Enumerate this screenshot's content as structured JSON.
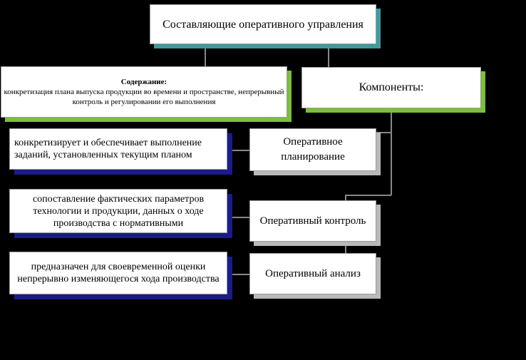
{
  "title": "Составляющие оперативного управления",
  "content": {
    "heading": "Содержание:",
    "text": "конкретизация плана выпуска продукции во времени и пространстве, непрерывный контроль и регулировании его выполнения"
  },
  "components_label": "Компоненты:",
  "stages": [
    {
      "label": "Оперативное планирование",
      "description": "конкретизирует и обеспечивает выполнение заданий, установленных текущим планом"
    },
    {
      "label": "Оперативный контроль",
      "description": "сопоставление фактических параметров технологии и продукции, данных о ходе производства с нормативными"
    },
    {
      "label": "Оперативный анализ",
      "description": "предназначен для своевременной оценки непрерывно изменяющегося хода производства"
    }
  ],
  "colors": {
    "background": "#000000",
    "title_shadow": "#3f9a9c",
    "content_shadow": "#7cbf3a",
    "description_shadow": "#1b1b8a",
    "stage_shadow": "#b9b9b9"
  }
}
